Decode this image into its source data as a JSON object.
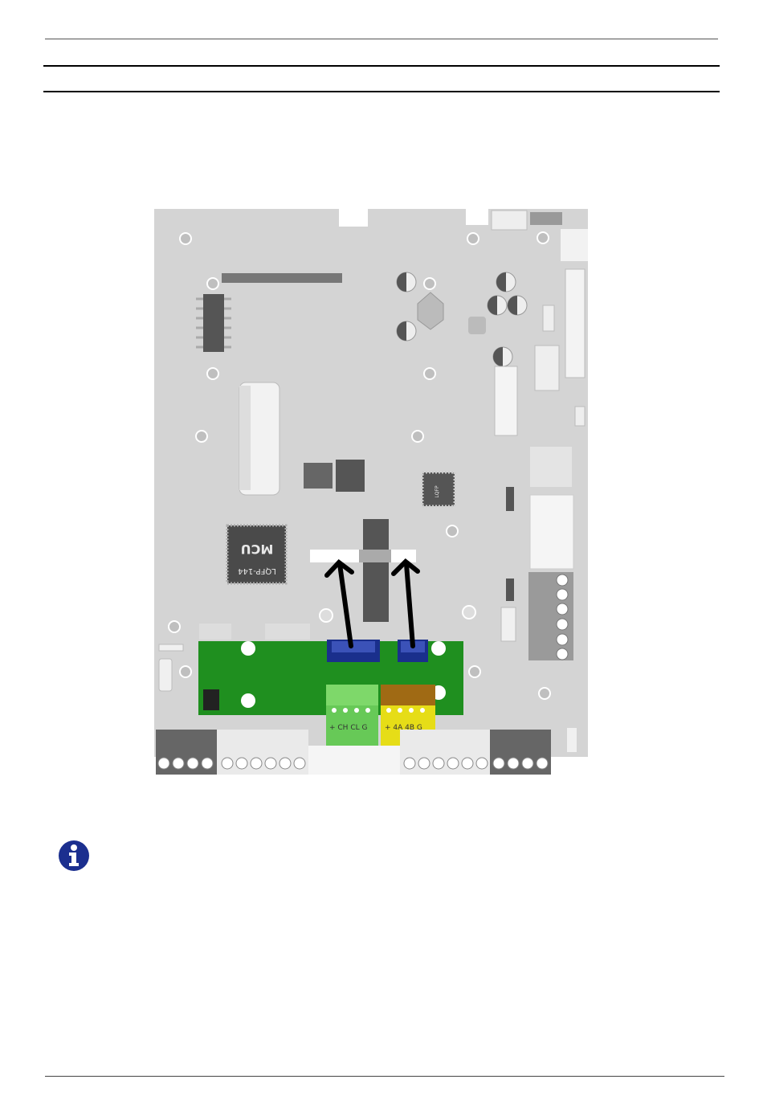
{
  "board": {
    "mcu_label": "MCU",
    "mcu_package": "LQFP-144",
    "connector_left_labels": "+ CH CL G",
    "connector_right_labels": "+ 4A 4B G"
  },
  "colors": {
    "board": "#d2d2d2",
    "expansion_pcb": "#1e8f1e",
    "connector_green": "#66cc55",
    "connector_yellow": "#e8e01a",
    "header_blue": "#1a2f8c",
    "info_icon": "#1b2f8f"
  },
  "icons": [
    "info-icon",
    "arrow-icon"
  ]
}
